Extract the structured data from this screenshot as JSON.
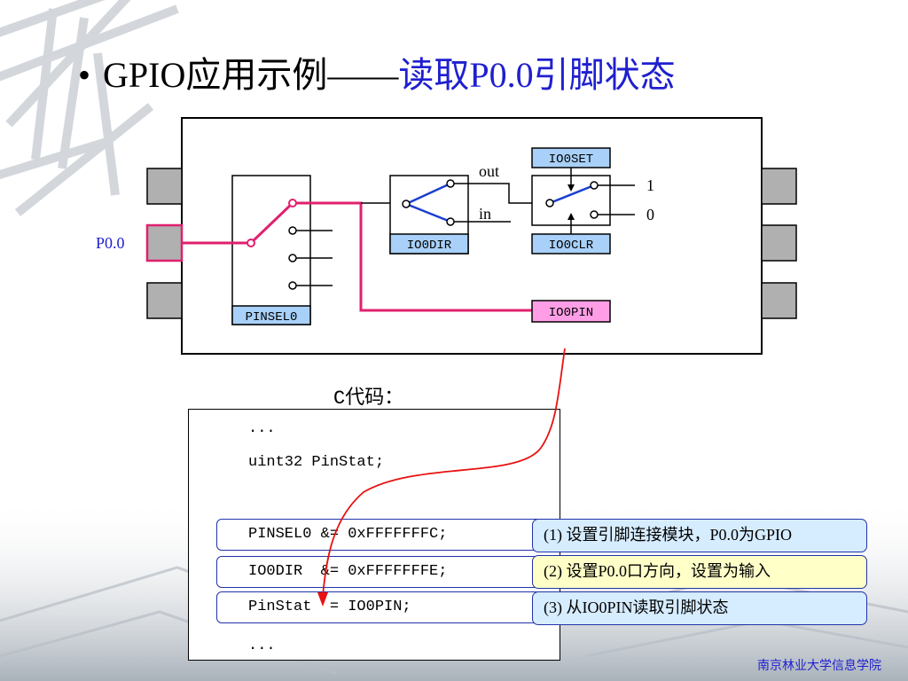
{
  "title": {
    "bullet": "•",
    "main": "GPIO应用示例——",
    "sub": "读取P0.0引脚状态"
  },
  "diagram": {
    "pin_label": "P0.0",
    "registers": {
      "pinsel": "PINSEL0",
      "dir": "IO0DIR",
      "set": "IO0SET",
      "clr": "IO0CLR",
      "pin": "IO0PIN"
    },
    "labels": {
      "out": "out",
      "in": "in",
      "one": "1",
      "zero": "0"
    },
    "colors": {
      "signal": "#e0206e",
      "switch": "#1a3fd0",
      "register_blue": "#a8d0f8",
      "register_pink": "#ff9ee6",
      "arrow": "#e81010"
    }
  },
  "code": {
    "heading": "C代码：",
    "lines": {
      "ellipsis_top": "...",
      "decl": "uint32 PinStat;",
      "pinsel": "PINSEL0 &= 0xFFFFFFFC;",
      "dir": "IO0DIR  &= 0xFFFFFFFE;",
      "read": "PinStat  = IO0PIN;",
      "ellipsis_bottom": "..."
    }
  },
  "notes": {
    "n1": "(1) 设置引脚连接模块，P0.0为GPIO",
    "n2": "(2) 设置P0.0口方向，设置为输入",
    "n3": "(3) 从IO0PIN读取引脚状态"
  },
  "footer": "南京林业大学信息学院"
}
